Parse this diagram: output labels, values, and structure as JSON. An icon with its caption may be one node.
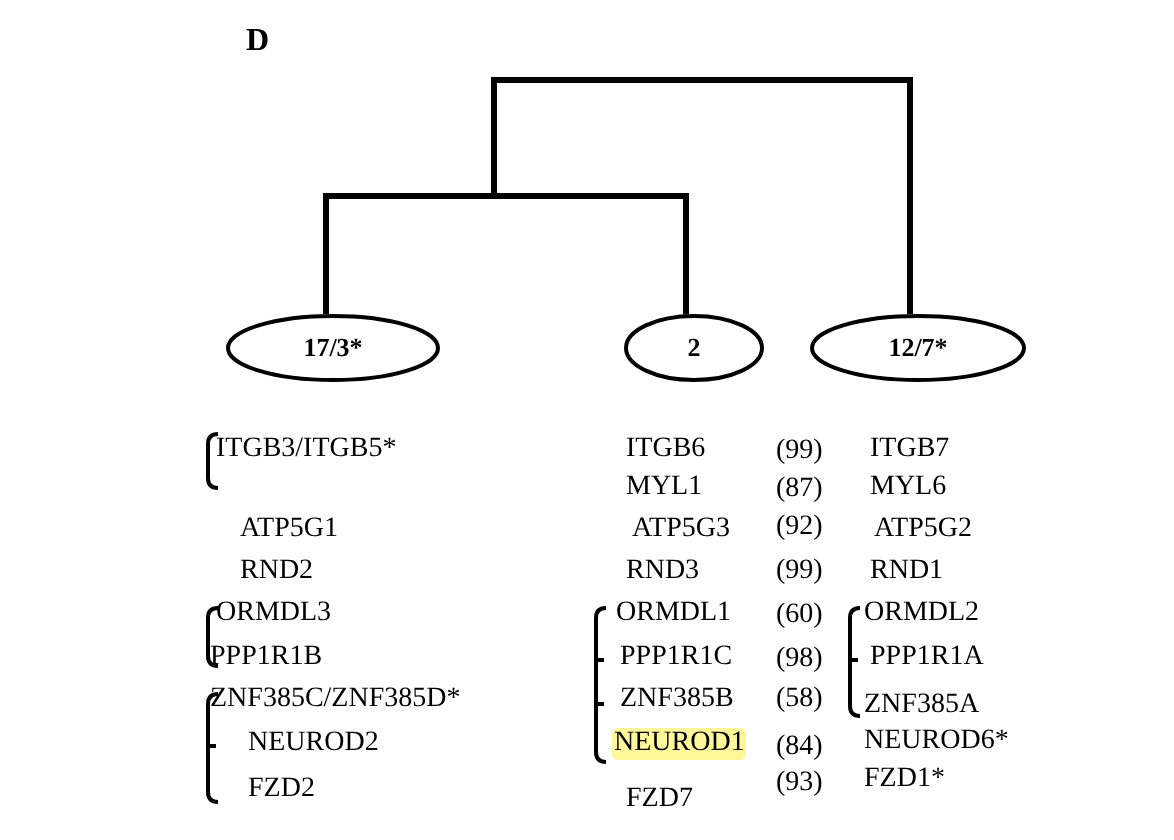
{
  "diagram": {
    "title": "D",
    "nodes": [
      {
        "text": [
          "17/3*"
        ]
      },
      {
        "text": [
          "2"
        ]
      },
      {
        "text": [
          "12/7*"
        ]
      }
    ],
    "edges": [
      {
        "from": 0,
        "to": 1,
        "arrow": "none"
      },
      {
        "from": 2,
        "to": 0,
        "arrow": "none"
      },
      {
        "from": 2,
        "to": 1,
        "arrow": "none"
      }
    ],
    "labels": [
      "ITGB3/ITGB5*",
      "ITGB6",
      "(99)",
      "ITGB7",
      "MYL1",
      "(87)",
      "MYL6",
      "ATP5G1",
      "ATP5G3",
      "(92)",
      "ATP5G2",
      "RND2",
      "RND3",
      "(99)",
      "RND1",
      "ORMDL3",
      "ORMDL1",
      "(60)",
      "ORMDL2",
      "PPP1R1B",
      "PPP1R1C",
      "(98)",
      "PPP1R1A",
      "ZNF385C/ZNF385D*",
      "ZNF385B",
      "(58)",
      "ZNF385A",
      "NEUROD2",
      "NEUROD1",
      "(84)",
      "NEUROD6*",
      "FZD2",
      "FZD7",
      "(93)",
      "FZD1*"
    ]
  }
}
